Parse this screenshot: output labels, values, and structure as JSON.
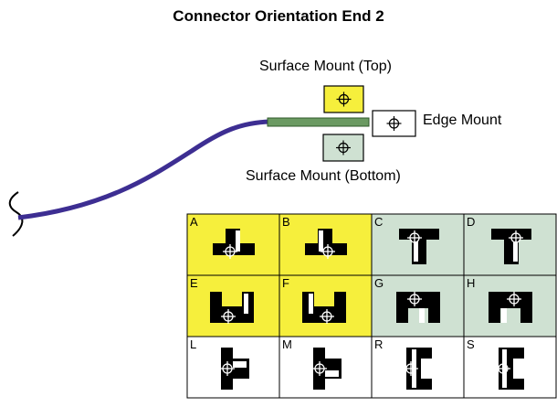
{
  "title": "Connector Orientation End 2",
  "labels": {
    "top": "Surface Mount (Top)",
    "edge": "Edge Mount",
    "bottom": "Surface Mount (Bottom)"
  },
  "colors": {
    "yellow": "#f6ef3c",
    "green": "#cfe1d2",
    "white": "#ffffff",
    "cable": "#3d2e92",
    "pcb": "#6b9a62",
    "pcb_stroke": "#2f5a2a"
  },
  "grid": {
    "cells": [
      {
        "letter": "A",
        "fill": "yellow"
      },
      {
        "letter": "B",
        "fill": "yellow"
      },
      {
        "letter": "C",
        "fill": "green"
      },
      {
        "letter": "D",
        "fill": "green"
      },
      {
        "letter": "E",
        "fill": "yellow"
      },
      {
        "letter": "F",
        "fill": "yellow"
      },
      {
        "letter": "G",
        "fill": "green"
      },
      {
        "letter": "H",
        "fill": "green"
      },
      {
        "letter": "L",
        "fill": "white"
      },
      {
        "letter": "M",
        "fill": "white"
      },
      {
        "letter": "R",
        "fill": "white"
      },
      {
        "letter": "S",
        "fill": "white"
      }
    ]
  }
}
